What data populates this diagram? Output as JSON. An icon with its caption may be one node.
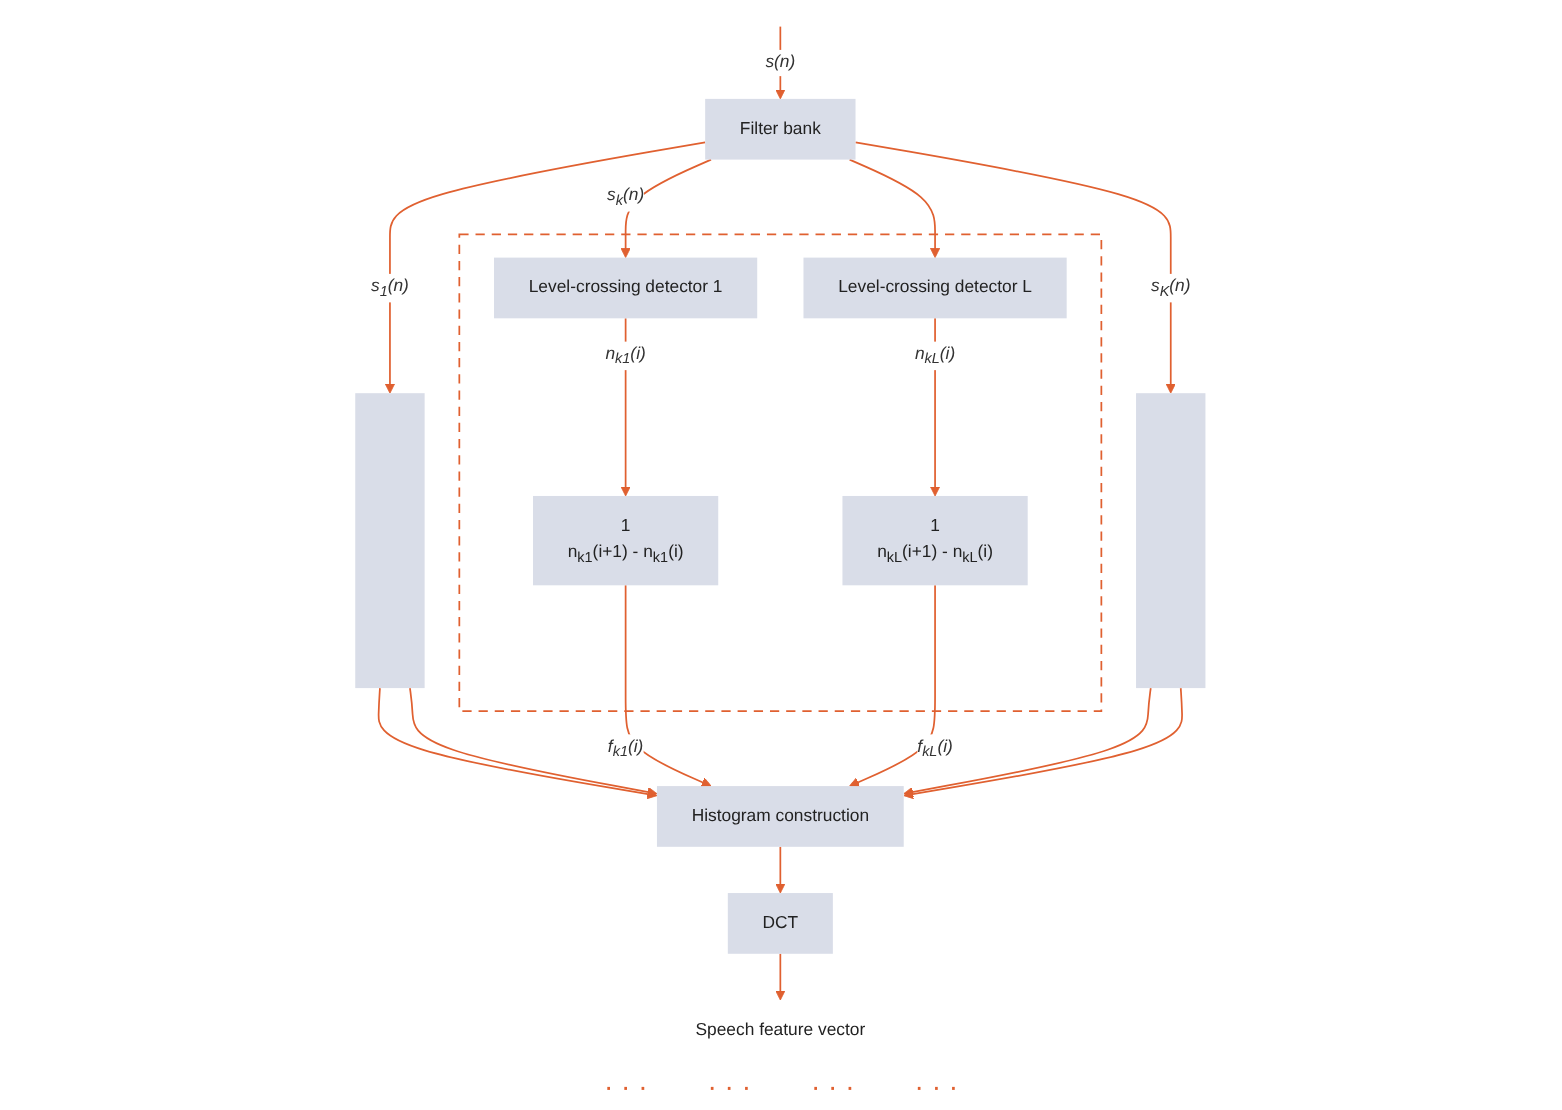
{
  "diagram": {
    "nodes": [
      {
        "text": [
          "Filter bank"
        ]
      },
      {
        "text": [],
        "shape": "box"
      },
      {
        "text": [],
        "shape": "box"
      },
      {
        "text": [
          "Level-crossing detector 1"
        ],
        "in": 2
      },
      {
        "text": [
          "Level-crossing detector L"
        ],
        "in": 2
      },
      {
        "text": [
          "1",
          "n$_{k1}$(i+1) - n$_{k1}$(i)"
        ],
        "in": 2
      },
      {
        "text": [
          "1",
          "n$_{kL}$(i+1) - n$_{kL}$(i)"
        ],
        "in": 2
      },
      {
        "text": [],
        "shape": "box"
      },
      {
        "text": [
          "Histogram construction"
        ]
      },
      {
        "text": [
          "DCT"
        ]
      },
      {
        "text": [
          "Speech feature vector"
        ]
      }
    ],
    "edges": [
      {
        "from": null,
        "to": 0,
        "arrow": "to",
        "label": "s(n)"
      },
      {
        "from": 0,
        "to": 1,
        "arrow": "to",
        "label": "s$_{1}$(n)"
      },
      {
        "from": 0,
        "to": 3,
        "arrow": "to",
        "label": "s$_{k}$(n)"
      },
      {
        "from": 0,
        "to": 4,
        "arrow": "to"
      },
      {
        "from": 0,
        "to": 7,
        "arrow": "to",
        "label": "s$_{K}$(n)"
      },
      {
        "from": 3,
        "to": 5,
        "arrow": "to",
        "label": "n$_{k1}$(i)"
      },
      {
        "from": 4,
        "to": 6,
        "arrow": "to",
        "label": "n$_{kL}$(i)"
      },
      {
        "from": 1,
        "to": 8,
        "arrow": "to"
      },
      {
        "from": 1,
        "to": 8,
        "arrow": "to"
      },
      {
        "from": 5,
        "to": 8,
        "arrow": "to",
        "label": "f$_{k1}$(i)"
      },
      {
        "from": 6,
        "to": 8,
        "arrow": "to",
        "label": "f$_{kL}$(i)"
      },
      {
        "from": 7,
        "to": 8,
        "arrow": "to"
      },
      {
        "from": 7,
        "to": 8,
        "arrow": "to"
      },
      {
        "from": 8,
        "to": 9,
        "arrow": "to"
      },
      {
        "from": 9,
        "to": 10,
        "arrow": "to"
      }
    ],
    "labels": [
      "· · ·",
      "· · ·",
      "· · ·",
      "· · ·"
    ]
  }
}
